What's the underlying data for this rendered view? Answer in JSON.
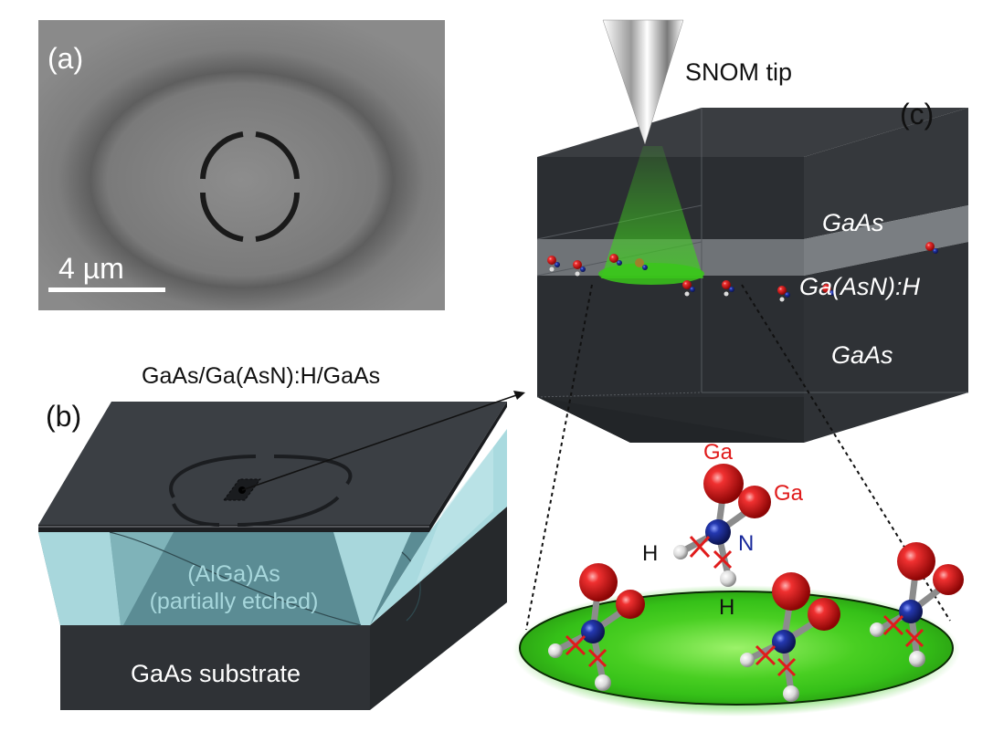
{
  "panel_a": {
    "label": "(a)",
    "scalebar": "4 µm"
  },
  "panel_b": {
    "label": "(b)",
    "stack_label": "GaAs/Ga(AsN):H/GaAs",
    "sacrificial_line1": "(AlGa)As",
    "sacrificial_line2": "(partially etched)",
    "substrate_label": "GaAs substrate"
  },
  "panel_c": {
    "label": "(c)",
    "tip_label": "SNOM tip",
    "top_layer": "GaAs",
    "middle_layer": "Ga(AsN):H",
    "bottom_layer": "GaAs"
  },
  "molecule": {
    "ga_label_1": "Ga",
    "ga_label_2": "Ga",
    "n_label": "N",
    "h_label_1": "H",
    "h_label_2": "H"
  },
  "colors": {
    "ga_atom": "#d81414",
    "n_atom": "#1a2a8c",
    "h_atom": "#e6e6e6",
    "spot_green": "#3cc81e",
    "etched_cyan": "#9fd3d9",
    "dark_slab": "#2c2f33"
  }
}
